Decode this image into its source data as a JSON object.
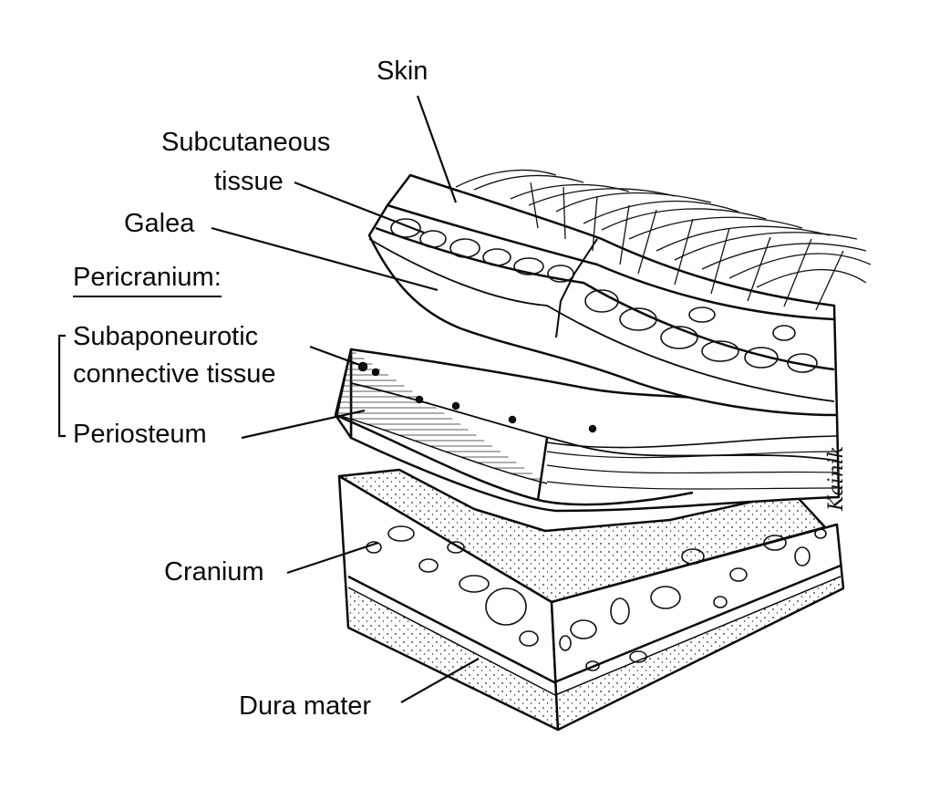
{
  "labels": {
    "skin": "Skin",
    "subcutaneous_line1": "Subcutaneous",
    "subcutaneous_line2": "tissue",
    "galea": "Galea",
    "pericranium": "Pericranium:",
    "subaponeurotic_line1": "Subaponeurotic",
    "subaponeurotic_line2": "connective tissue",
    "periosteum": "Periosteum",
    "cranium": "Cranium",
    "dura_mater": "Dura mater"
  },
  "signature": "Kainik",
  "colors": {
    "ink": "#0a0a0a",
    "paper": "#ffffff"
  }
}
